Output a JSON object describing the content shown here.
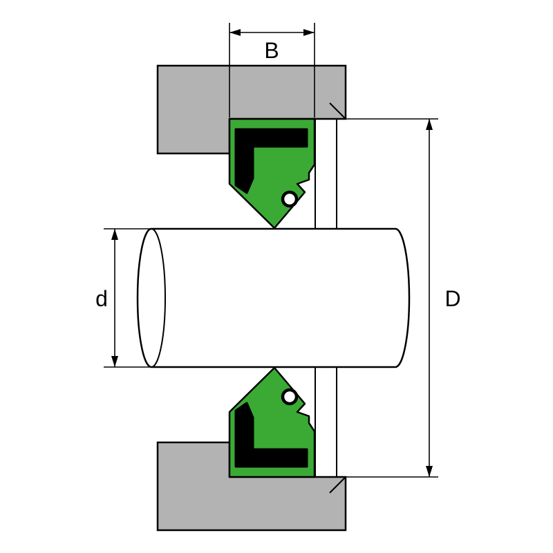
{
  "dimensions": {
    "seal_width_label": "B",
    "shaft_diameter_label": "d",
    "outer_diameter_label": "D"
  },
  "colors": {
    "c-housing": "#b3b3b3",
    "c-seal": "#3aaa35",
    "c-line": "#000000",
    "c-bg": "#ffffff",
    "c-white": "#ffffff"
  }
}
